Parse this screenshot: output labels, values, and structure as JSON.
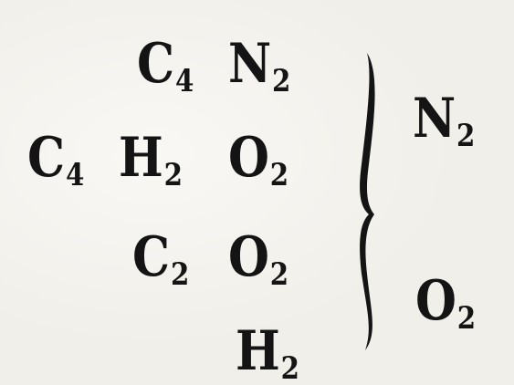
{
  "formula": {
    "rows": [
      {
        "terms": [
          {
            "el": "C",
            "sub": "4"
          },
          {
            "el": "N",
            "sub": "2"
          }
        ]
      },
      {
        "terms": [
          {
            "el": "C",
            "sub": "4"
          },
          {
            "el": "H",
            "sub": "2"
          },
          {
            "el": "O",
            "sub": "2"
          }
        ]
      },
      {
        "terms": [
          {
            "el": "C",
            "sub": "2"
          },
          {
            "el": "O",
            "sub": "2"
          }
        ]
      },
      {
        "terms": [
          {
            "el": "H",
            "sub": "2"
          }
        ]
      }
    ],
    "results": [
      {
        "el": "N",
        "sub": "2"
      },
      {
        "el": "O",
        "sub": "2"
      }
    ]
  },
  "colors": {
    "ink": "#141414",
    "paper": "#f1efe9"
  }
}
